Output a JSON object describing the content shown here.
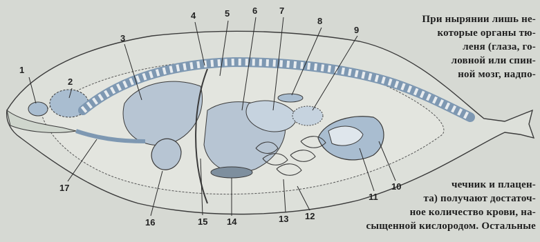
{
  "labels": [
    "1",
    "2",
    "3",
    "4",
    "5",
    "6",
    "7",
    "8",
    "9",
    "10",
    "11",
    "12",
    "13",
    "14",
    "15",
    "16",
    "17"
  ],
  "text_top": [
    "При нырянии лишь не-",
    "которые органы тю-",
    "леня (глаза, го-",
    "ловной или спин-",
    "ной мозг, надпо-"
  ],
  "text_bottom": [
    "чечник и плацен-",
    "та) получают достаточ-",
    "ное количество крови, на-",
    "сыщенной кислородом. Остальные"
  ],
  "colors": {
    "background": "#d6d9d3",
    "organ_fill": "#a9bdd0",
    "outline": "#3a3a3a"
  }
}
